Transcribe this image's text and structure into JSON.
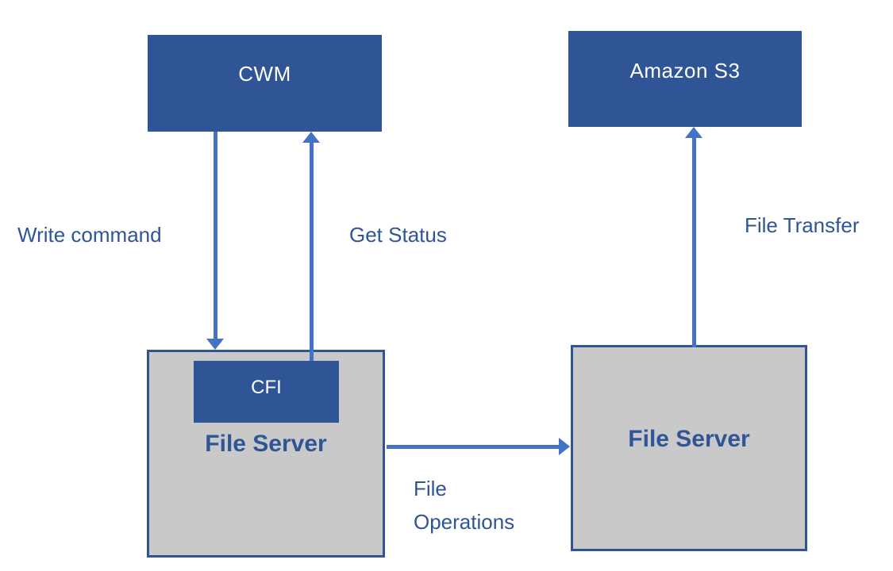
{
  "colors": {
    "node_fill": "#2F5596",
    "node_text": "#FFFFFF",
    "server_fill": "#C9C9C9",
    "server_border": "#2F5596",
    "server_text": "#2F5596",
    "arrow": "#4472C4",
    "label_text": "#2F5596",
    "background": "#FFFFFF"
  },
  "nodes": {
    "cwm": {
      "label": "CWM"
    },
    "amazon_s3": {
      "label": "Amazon S3"
    },
    "file_server_left": {
      "label": "File Server",
      "component": {
        "label": "CFI"
      }
    },
    "file_server_right": {
      "label": "File Server"
    }
  },
  "edges": {
    "write_command": {
      "label": "Write command",
      "from": "CWM",
      "to": "File Server (left)",
      "direction": "down"
    },
    "get_status": {
      "label": "Get Status",
      "from": "File Server (left)",
      "to": "CWM",
      "direction": "up"
    },
    "file_transfer": {
      "label": "File Transfer",
      "from": "File Server (right)",
      "to": "Amazon S3",
      "direction": "up"
    },
    "file_operations": {
      "label": "File Operations",
      "from": "File Server (left)",
      "to": "File Server (right)",
      "direction": "right"
    }
  }
}
